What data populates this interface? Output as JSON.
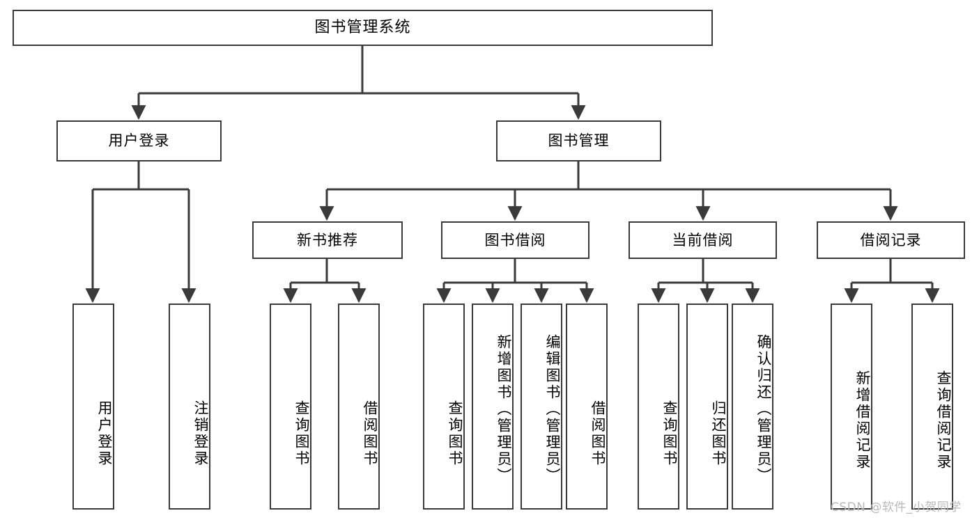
{
  "diagram": {
    "type": "tree",
    "title": "图书管理系统",
    "nodes": {
      "root": {
        "label": "图书管理系统"
      },
      "level1": [
        {
          "id": "user-login",
          "label": "用户登录"
        },
        {
          "id": "book-management",
          "label": "图书管理"
        }
      ],
      "level2": [
        {
          "id": "new-book-recommend",
          "label": "新书推荐",
          "parent": "book-management"
        },
        {
          "id": "book-borrow",
          "label": "图书借阅",
          "parent": "book-management"
        },
        {
          "id": "current-borrow",
          "label": "当前借阅",
          "parent": "book-management"
        },
        {
          "id": "borrow-record",
          "label": "借阅记录",
          "parent": "book-management"
        }
      ],
      "leaves": [
        {
          "id": "leaf-user-login",
          "label": "用户登录",
          "parent": "user-login"
        },
        {
          "id": "leaf-logout-login",
          "label": "注销登录",
          "parent": "user-login"
        },
        {
          "id": "leaf-query-book-1",
          "label": "查询图书",
          "parent": "new-book-recommend"
        },
        {
          "id": "leaf-borrow-book-1",
          "label": "借阅图书",
          "parent": "new-book-recommend"
        },
        {
          "id": "leaf-query-book-2",
          "label": "查询图书",
          "parent": "book-borrow"
        },
        {
          "id": "leaf-add-book",
          "label": "新增图书（管理员）",
          "parent": "book-borrow"
        },
        {
          "id": "leaf-edit-book",
          "label": "编辑图书（管理员）",
          "parent": "book-borrow"
        },
        {
          "id": "leaf-borrow-book-2",
          "label": "借阅图书",
          "parent": "book-borrow"
        },
        {
          "id": "leaf-query-book-3",
          "label": "查询图书",
          "parent": "current-borrow"
        },
        {
          "id": "leaf-return-book",
          "label": "归还图书",
          "parent": "current-borrow"
        },
        {
          "id": "leaf-confirm-return",
          "label": "确认归还（管理员）",
          "parent": "current-borrow"
        },
        {
          "id": "leaf-add-record",
          "label": "新增借阅记录",
          "parent": "borrow-record"
        },
        {
          "id": "leaf-query-record",
          "label": "查询借阅记录",
          "parent": "borrow-record"
        }
      ]
    },
    "watermark": "CSDN @软件_小贺同学",
    "colors": {
      "border": "#3a3a3a",
      "background": "#ffffff",
      "text": "#000000",
      "watermark": "#b9b9b9"
    }
  }
}
